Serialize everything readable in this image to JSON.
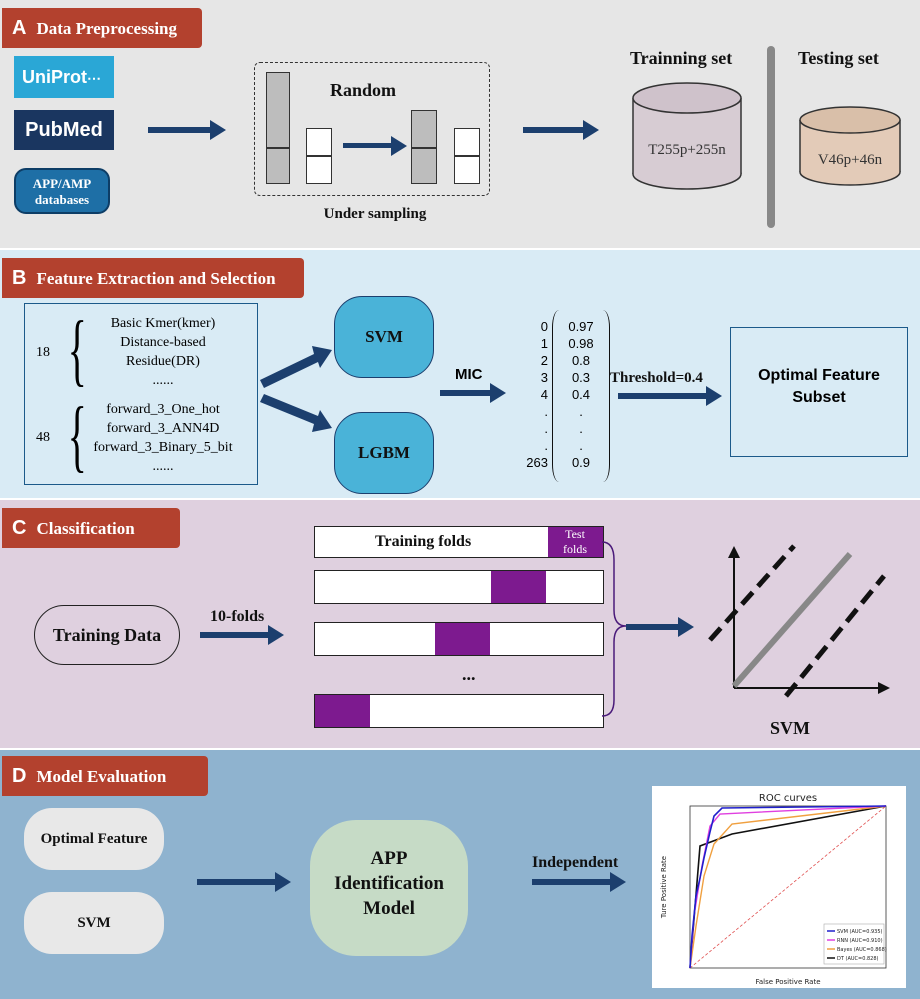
{
  "panels": {
    "a": {
      "letter": "A",
      "title": "Data Preprocessing",
      "bg": "#e6e6e6"
    },
    "b": {
      "letter": "B",
      "title": "Feature Extraction and Selection",
      "bg": "#d9ebf5"
    },
    "c": {
      "letter": "C",
      "title": "Classification",
      "bg": "#dfd0df"
    },
    "d": {
      "letter": "D",
      "title": "Model Evaluation",
      "bg": "#8fb3cf"
    }
  },
  "a": {
    "logos": [
      "UniProt",
      "PubMed"
    ],
    "db_label": "APP/AMP databases",
    "random": "Random",
    "under_sampling": "Under sampling",
    "training_set": "Trainning set",
    "testing_set": "Testing set",
    "train_cyl": "T255p+255n",
    "test_cyl": "V46p+46n"
  },
  "b": {
    "group1_count": "18",
    "group1": [
      "Basic Kmer(kmer)",
      "Distance-based",
      "Residue(DR)",
      "......"
    ],
    "group2_count": "48",
    "group2": [
      "forward_3_One_hot",
      "forward_3_ANN4D",
      "forward_3_Binary_5_bit",
      "......"
    ],
    "svm": "SVM",
    "lgbm": "LGBM",
    "mic": "MIC",
    "indices": [
      "0",
      "1",
      "2",
      "3",
      "4",
      ".",
      ".",
      ".",
      "263"
    ],
    "values": [
      "0.97",
      "0.98",
      "0.8",
      "0.3",
      "0.4",
      ".",
      ".",
      ".",
      "0.9"
    ],
    "threshold": "Threshold=0.4",
    "optimal": "Optimal Feature Subset"
  },
  "c": {
    "training_data": "Training Data",
    "ten_folds": "10-folds",
    "training_folds": "Training folds",
    "test_folds": "Test folds",
    "ellipsis": "...",
    "svm": "SVM"
  },
  "d": {
    "optimal_feature": "Optimal Feature",
    "svm": "SVM",
    "model": "APP Identification Model",
    "independent": "Independent",
    "roc": {
      "title": "ROC curves",
      "xlabel": "False Positive Rate",
      "ylabel": "Ture Positive Rate",
      "legend": [
        "SVM (AUC=0.935)",
        "RNN (AUC=0.910)",
        "Bayes (AUC=0.868)",
        "DT (AUC=0.828)"
      ],
      "colors": [
        "#1f1fcc",
        "#e040e0",
        "#f0a040",
        "#111111"
      ]
    }
  }
}
